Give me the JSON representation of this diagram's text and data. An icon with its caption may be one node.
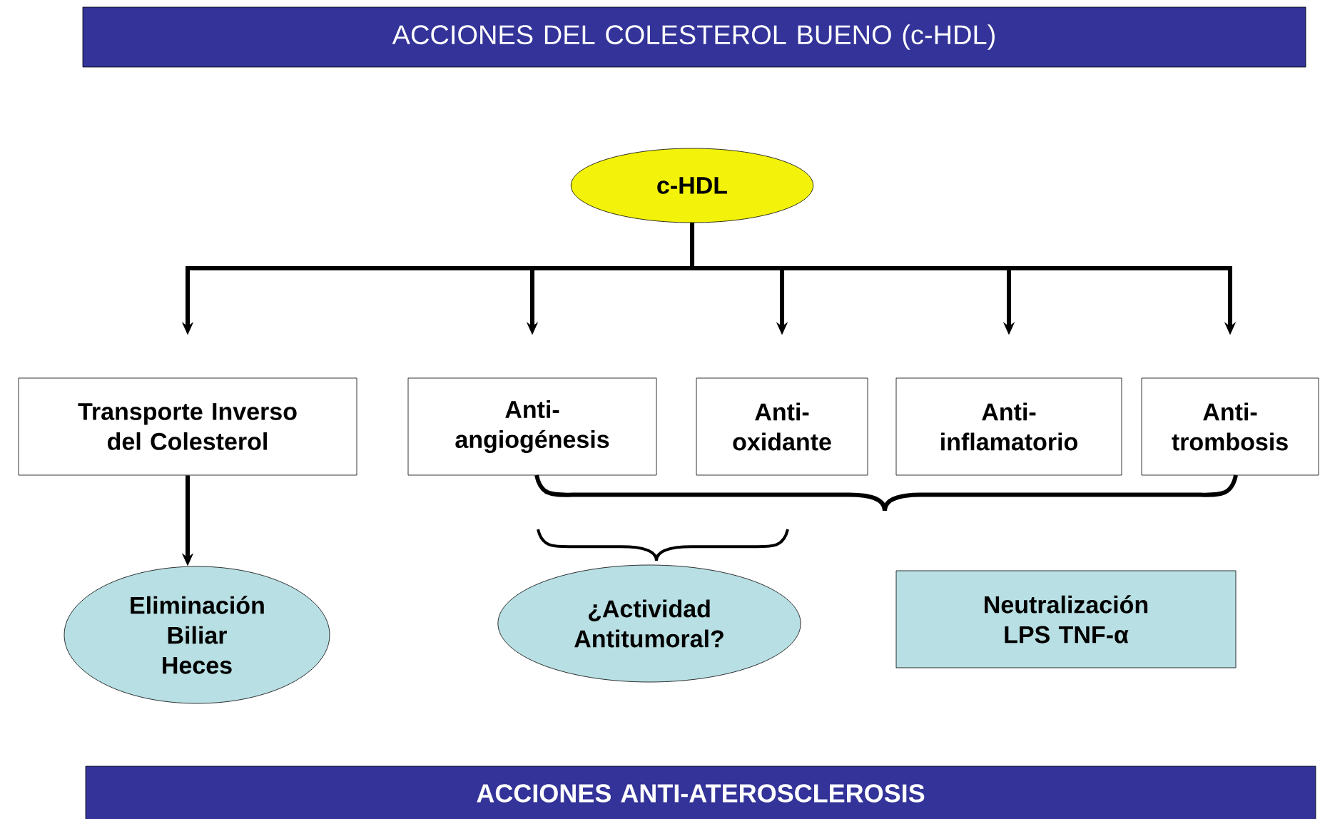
{
  "diagram": {
    "nodes": [
      {
        "text": [
          "ACCIONES DEL COLESTEROL BUENO (c-HDL)"
        ]
      },
      {
        "text": [
          "c-HDL"
        ]
      },
      {
        "text": [
          "Transporte Inverso del Colesterol"
        ]
      },
      {
        "text": [
          "Anti- angiogénesis"
        ]
      },
      {
        "text": [
          "Anti- oxidante"
        ]
      },
      {
        "text": [
          "Anti- inflamatorio"
        ]
      },
      {
        "text": [
          "Anti- trombosis"
        ]
      },
      {
        "text": [
          "Eliminación Biliar Heces"
        ]
      },
      {
        "text": [
          "¿Actividad Antitumoral?"
        ]
      },
      {
        "text": [
          "Neutralización LPS TNF-α"
        ]
      },
      {
        "text": [
          "ACCIONES ANTI-ATEROSCLEROSIS"
        ]
      }
    ],
    "edges": [
      {
        "from": 1,
        "to": 2,
        "arrow": "to"
      },
      {
        "from": 1,
        "to": 3,
        "arrow": "to"
      },
      {
        "from": 1,
        "to": 4,
        "arrow": "to"
      },
      {
        "from": 1,
        "to": 5,
        "arrow": "to"
      },
      {
        "from": 1,
        "to": 6,
        "arrow": "to"
      },
      {
        "from": 2,
        "to": 7,
        "arrow": "to"
      }
    ]
  }
}
